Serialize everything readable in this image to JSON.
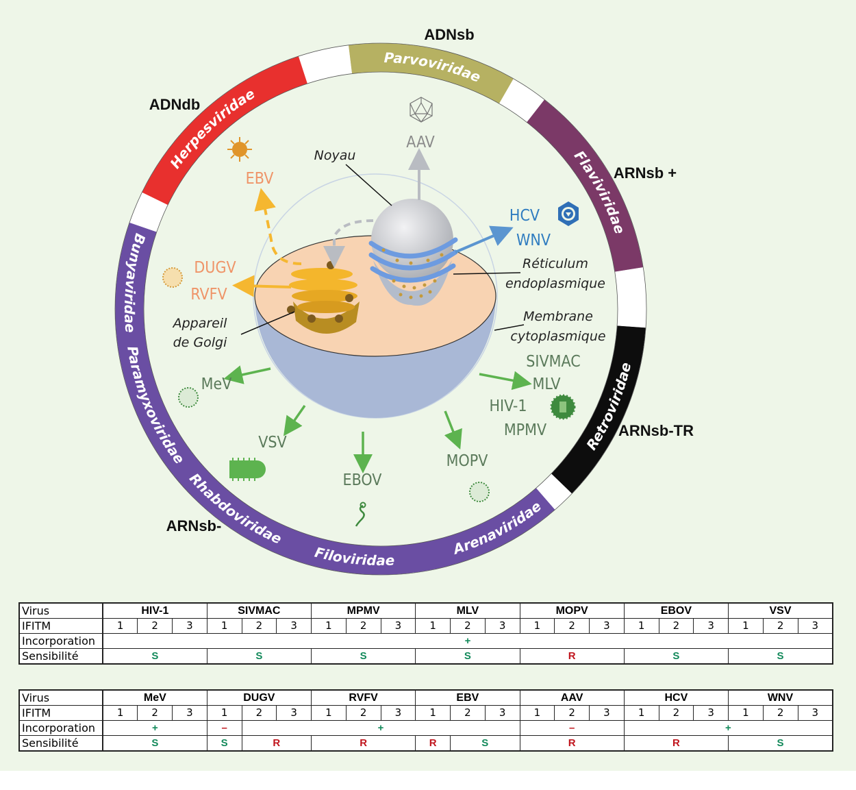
{
  "genome_labels": {
    "adnsb": "ADNsb",
    "adndb": "ADNdb",
    "arnsb_plus": "ARNsb +",
    "arnsb_tr": "ARNsb-TR",
    "arnsb_minus": "ARNsb-"
  },
  "families": [
    {
      "label": "Herpesviridae",
      "color": "#e8302e"
    },
    {
      "label": "Parvoviridae",
      "color": "#b6b162"
    },
    {
      "label": "Flaviviridae",
      "color": "#7b3967"
    },
    {
      "label": "Retroviridae",
      "color": "#0d0d0d"
    },
    {
      "label": "Arenaviridae",
      "color": "#6a4ea3"
    },
    {
      "label": "Filoviridae",
      "color": "#6a4ea3"
    },
    {
      "label": "Rhabdoviridae",
      "color": "#6a4ea3"
    },
    {
      "label": "Paramyxoviridae",
      "color": "#6a4ea3"
    },
    {
      "label": "Bunyaviridae",
      "color": "#6a4ea3"
    }
  ],
  "organelles": {
    "nucleus": "Noyau",
    "er_line1": "Réticulum",
    "er_line2": "endoplasmique",
    "membrane_line1": "Membrane",
    "membrane_line2": "cytoplasmique",
    "golgi_line1": "Appareil",
    "golgi_line2": "de Golgi"
  },
  "viruses": {
    "aav": "AAV",
    "ebv": "EBV",
    "dugv": "DUGV",
    "rvfv": "RVFV",
    "hcv": "HCV",
    "wnv": "WNV",
    "sivmac": "SIVMAC",
    "mlv": "MLV",
    "hiv1": "HIV-1",
    "mpmv": "MPMV",
    "mopv": "MOPV",
    "ebov": "EBOV",
    "vsv": "VSV",
    "mev": "MeV"
  },
  "colors": {
    "nuclear": "#8a8a8a",
    "golgi": "#ef9468",
    "er": "#2f7cc0",
    "membrane": "#5b7a5b",
    "resistant": "#c0141c",
    "sensitive": "#12895a",
    "cytoplasm": "#f8d3b2",
    "cell_body": "#a9b8d6",
    "membrane_rim": "#5db34f"
  },
  "tables": [
    {
      "row_labels": [
        "Virus",
        "IFITM",
        "Incorporation",
        "Sensibilité"
      ],
      "viruses": [
        "HIV-1",
        "SIVMAC",
        "MPMV",
        "MLV",
        "MOPV",
        "EBOV",
        "VSV"
      ],
      "ifitm": [
        "1",
        "2",
        "3"
      ],
      "incorporation": [
        {
          "span": 21,
          "text": "+",
          "status": "sensitive"
        }
      ],
      "sensibilite": [
        {
          "span": 3,
          "text": "S",
          "status": "sensitive"
        },
        {
          "span": 3,
          "text": "S",
          "status": "sensitive"
        },
        {
          "span": 3,
          "text": "S",
          "status": "sensitive"
        },
        {
          "span": 3,
          "text": "S",
          "status": "sensitive"
        },
        {
          "span": 3,
          "text": "R",
          "status": "resistant"
        },
        {
          "span": 3,
          "text": "S",
          "status": "sensitive"
        },
        {
          "span": 3,
          "text": "S",
          "status": "sensitive"
        }
      ]
    },
    {
      "row_labels": [
        "Virus",
        "IFITM",
        "Incorporation",
        "Sensibilité"
      ],
      "viruses": [
        "MeV",
        "DUGV",
        "RVFV",
        "EBV",
        "AAV",
        "HCV",
        "WNV"
      ],
      "ifitm": [
        "1",
        "2",
        "3"
      ],
      "incorporation": [
        {
          "span": 3,
          "text": "+",
          "status": "sensitive"
        },
        {
          "span": 1,
          "text": "–",
          "status": "resistant"
        },
        {
          "span": 8,
          "text": "+",
          "status": "sensitive"
        },
        {
          "span": 3,
          "text": "–",
          "status": "resistant"
        },
        {
          "span": 6,
          "text": "+",
          "status": "sensitive"
        }
      ],
      "sensibilite": [
        {
          "span": 3,
          "text": "S",
          "status": "sensitive"
        },
        {
          "span": 1,
          "text": "S",
          "status": "sensitive"
        },
        {
          "span": 2,
          "text": "R",
          "status": "resistant"
        },
        {
          "span": 3,
          "text": "R",
          "status": "resistant"
        },
        {
          "span": 1,
          "text": "R",
          "status": "resistant"
        },
        {
          "span": 2,
          "text": "S",
          "status": "sensitive"
        },
        {
          "span": 3,
          "text": "R",
          "status": "resistant"
        },
        {
          "span": 3,
          "text": "R",
          "status": "resistant"
        },
        {
          "span": 3,
          "text": "S",
          "status": "sensitive"
        }
      ]
    }
  ]
}
